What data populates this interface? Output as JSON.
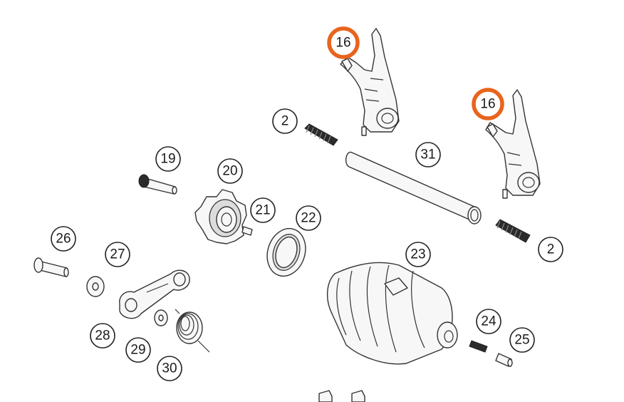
{
  "diagram": {
    "accent_color": "#e8641e",
    "callouts": [
      {
        "id": "c16a",
        "label": "16",
        "highlighted": true
      },
      {
        "id": "c16b",
        "label": "16",
        "highlighted": true
      },
      {
        "id": "c2a",
        "label": "2",
        "highlighted": false
      },
      {
        "id": "c31",
        "label": "31",
        "highlighted": false
      },
      {
        "id": "c19",
        "label": "19",
        "highlighted": false
      },
      {
        "id": "c20",
        "label": "20",
        "highlighted": false
      },
      {
        "id": "c21",
        "label": "21",
        "highlighted": false
      },
      {
        "id": "c22",
        "label": "22",
        "highlighted": false
      },
      {
        "id": "c2b",
        "label": "2",
        "highlighted": false
      },
      {
        "id": "c26",
        "label": "26",
        "highlighted": false
      },
      {
        "id": "c27",
        "label": "27",
        "highlighted": false
      },
      {
        "id": "c23",
        "label": "23",
        "highlighted": false
      },
      {
        "id": "c24",
        "label": "24",
        "highlighted": false
      },
      {
        "id": "c25",
        "label": "25",
        "highlighted": false
      },
      {
        "id": "c28",
        "label": "28",
        "highlighted": false
      },
      {
        "id": "c29",
        "label": "29",
        "highlighted": false
      },
      {
        "id": "c30",
        "label": "30",
        "highlighted": false
      }
    ]
  }
}
